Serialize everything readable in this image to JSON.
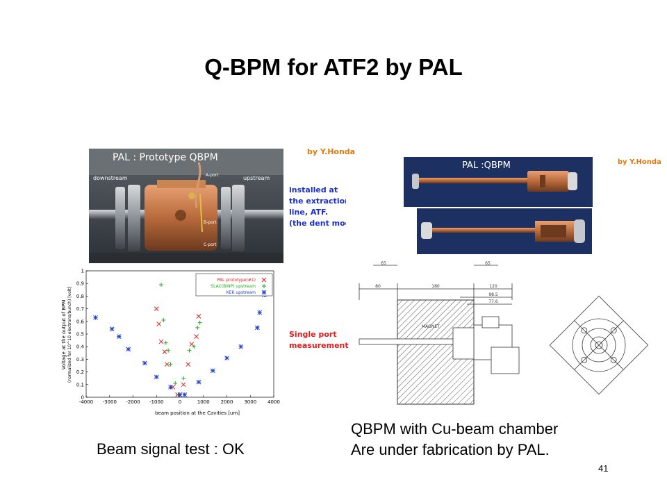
{
  "slide": {
    "title": "Q-BPM for ATF2 by PAL",
    "page_number": "41"
  },
  "left_panel": {
    "photo_title": "PAL : Prototype  QBPM",
    "photo_labels": {
      "downstream": "downstream",
      "upstream": "upstream",
      "a_port": "A-port",
      "b_port": "B-port",
      "c_port": "C-port"
    },
    "credit": "by Y.Honda",
    "install_note": [
      "installed at",
      "the extraction",
      "line, ATF.",
      "(the dent mode"
    ],
    "measure_note": [
      "Single port",
      "measurement"
    ],
    "caption": "Beam signal test : OK"
  },
  "chart_data": {
    "type": "scatter",
    "xlabel": "beam position at the Cavities [um]",
    "ylabel": "Voltage at the output of BPM",
    "ylabel2": "(normalized for 10^10 electrons/bunch) [volt]",
    "xlim": [
      -4000,
      4000
    ],
    "ylim": [
      0,
      1
    ],
    "x_ticks": [
      "-4000",
      "-3000",
      "-2000",
      "-1000",
      "0",
      "1000",
      "2000",
      "3000",
      "4000"
    ],
    "y_ticks": [
      "0",
      "0.1",
      "0.2",
      "0.3",
      "0.4",
      "0.5",
      "0.6",
      "0.7",
      "0.8",
      "0.9",
      "1"
    ],
    "legend_placement": "top-right",
    "series": [
      {
        "name": "PAL prototype(#1)",
        "marker": "x",
        "color": "#e41b1b",
        "points": [
          [
            -1000,
            0.7
          ],
          [
            -900,
            0.58
          ],
          [
            -800,
            0.44
          ],
          [
            -650,
            0.36
          ],
          [
            -550,
            0.26
          ],
          [
            -300,
            0.08
          ],
          [
            -100,
            0.02
          ],
          [
            150,
            0.1
          ],
          [
            350,
            0.26
          ],
          [
            500,
            0.42
          ],
          [
            700,
            0.48
          ],
          [
            800,
            0.64
          ]
        ]
      },
      {
        "name": "SLAC(BINP) upstream",
        "marker": "+",
        "color": "#1fae1f",
        "points": [
          [
            -800,
            0.89
          ],
          [
            -700,
            0.61
          ],
          [
            -600,
            0.43
          ],
          [
            -500,
            0.37
          ],
          [
            -400,
            0.26
          ],
          [
            -200,
            0.11
          ],
          [
            -50,
            0.02
          ],
          [
            150,
            0.15
          ],
          [
            400,
            0.37
          ],
          [
            600,
            0.4
          ],
          [
            750,
            0.55
          ],
          [
            850,
            0.59
          ]
        ]
      },
      {
        "name": "KEK upstream",
        "marker": "*",
        "color": "#1f3fd0",
        "points": [
          [
            -3600,
            0.63
          ],
          [
            -2900,
            0.54
          ],
          [
            -2600,
            0.48
          ],
          [
            -2200,
            0.38
          ],
          [
            -1500,
            0.27
          ],
          [
            -1000,
            0.16
          ],
          [
            -400,
            0.08
          ],
          [
            0,
            0.02
          ],
          [
            200,
            0.02
          ],
          [
            800,
            0.12
          ],
          [
            1400,
            0.21
          ],
          [
            2000,
            0.31
          ],
          [
            2600,
            0.4
          ],
          [
            3300,
            0.55
          ],
          [
            3400,
            0.67
          ],
          [
            3600,
            0.81
          ]
        ]
      }
    ]
  },
  "right_panel": {
    "photo_title": "PAL :QBPM",
    "credit": "by Y.Honda",
    "drawing_dims": [
      "65",
      "65",
      "80",
      "180",
      "120",
      "98.5",
      "77.6"
    ],
    "drawing_label": "MAGNET",
    "caption_line1": "QBPM with Cu-beam chamber",
    "caption_line2": "Are under fabrication by PAL."
  }
}
